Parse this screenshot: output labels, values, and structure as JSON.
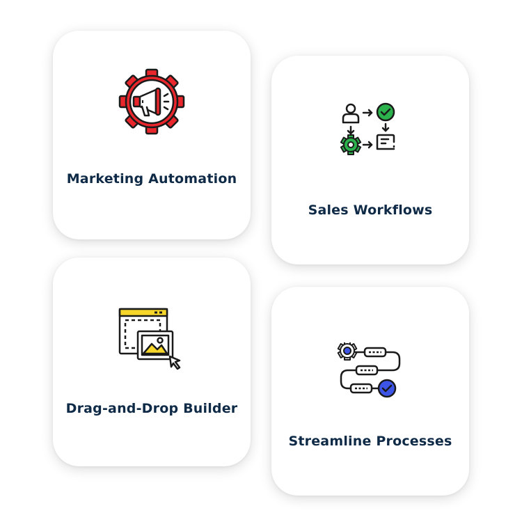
{
  "cards": [
    {
      "title": "Marketing Automation",
      "icon": "megaphone-gear-icon"
    },
    {
      "title": "Sales Workflows",
      "icon": "workflow-icon"
    },
    {
      "title": "Drag-and-Drop Builder",
      "icon": "drag-drop-window-icon"
    },
    {
      "title": "Streamline Processes",
      "icon": "process-flow-icon"
    }
  ],
  "colors": {
    "title": "#0e2a47",
    "red": "#e8262b",
    "green": "#2bb24c",
    "yellow": "#f6d62a",
    "blue": "#3d55e6",
    "outline": "#1a1a1a",
    "card_background": "#ffffff"
  }
}
